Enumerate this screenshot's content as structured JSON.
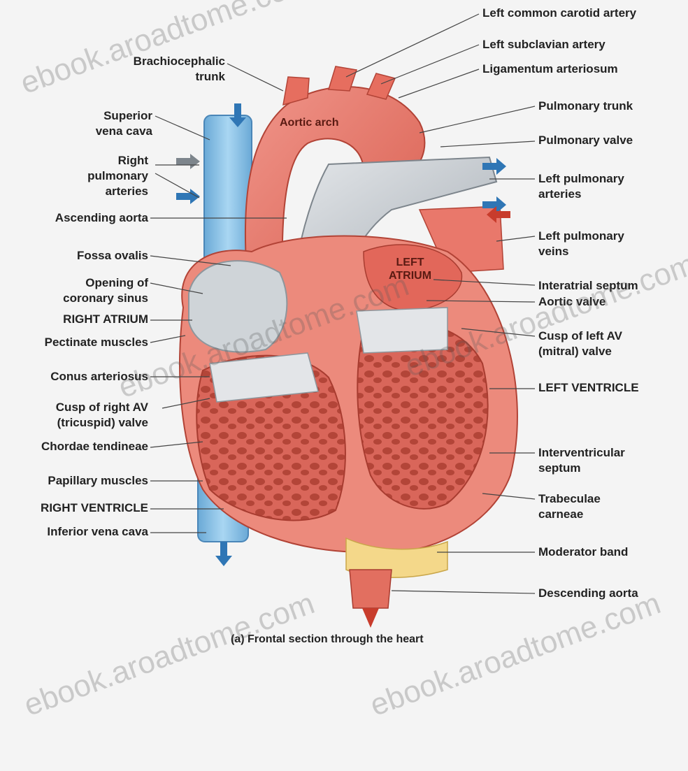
{
  "labels_left": {
    "brachiocephalic_trunk": [
      "Brachiocephalic",
      "trunk"
    ],
    "superior_vena_cava": [
      "Superior",
      "vena cava"
    ],
    "right_pulmonary_arteries": [
      "Right",
      "pulmonary",
      "arteries"
    ],
    "ascending_aorta": "Ascending aorta",
    "fossa_ovalis": "Fossa ovalis",
    "opening_coronary_sinus": [
      "Opening of",
      "coronary sinus"
    ],
    "right_atrium": "RIGHT ATRIUM",
    "pectinate_muscles": "Pectinate muscles",
    "conus_arteriosus": "Conus arteriosus",
    "cusp_right_av": [
      "Cusp of right AV",
      "(tricuspid) valve"
    ],
    "chordae_tendineae": "Chordae tendineae",
    "papillary_muscles": "Papillary muscles",
    "right_ventricle": "RIGHT VENTRICLE",
    "inferior_vena_cava": "Inferior vena cava"
  },
  "labels_right": {
    "left_common_carotid": "Left common carotid artery",
    "left_subclavian": "Left subclavian artery",
    "ligamentum_arteriosum": "Ligamentum arteriosum",
    "pulmonary_trunk": "Pulmonary trunk",
    "pulmonary_valve": "Pulmonary valve",
    "left_pulmonary_arteries": [
      "Left pulmonary",
      "arteries"
    ],
    "left_pulmonary_veins": [
      "Left pulmonary",
      "veins"
    ],
    "interatrial_septum": "Interatrial septum",
    "aortic_valve": "Aortic valve",
    "cusp_left_av": [
      "Cusp of left AV",
      "(mitral) valve"
    ],
    "left_ventricle": "LEFT VENTRICLE",
    "interventricular_septum": [
      "Interventricular",
      "septum"
    ],
    "trabeculae_carneae": [
      "Trabeculae",
      "carneae"
    ],
    "moderator_band": "Moderator band",
    "descending_aorta": "Descending aorta"
  },
  "inner_labels": {
    "aortic_arch": "Aortic arch",
    "left_atrium": [
      "LEFT",
      "ATRIUM"
    ]
  },
  "caption": "(a) Frontal section through the heart",
  "watermark": "ebook.aroadtome.com",
  "colors": {
    "muscle": "#e87868",
    "muscle_dark": "#c04a3a",
    "vein_blue": "#8cc4e8",
    "pulmonary_grey": "#c8cdd2",
    "fat_yellow": "#f4d88a",
    "leader": "#444444"
  }
}
